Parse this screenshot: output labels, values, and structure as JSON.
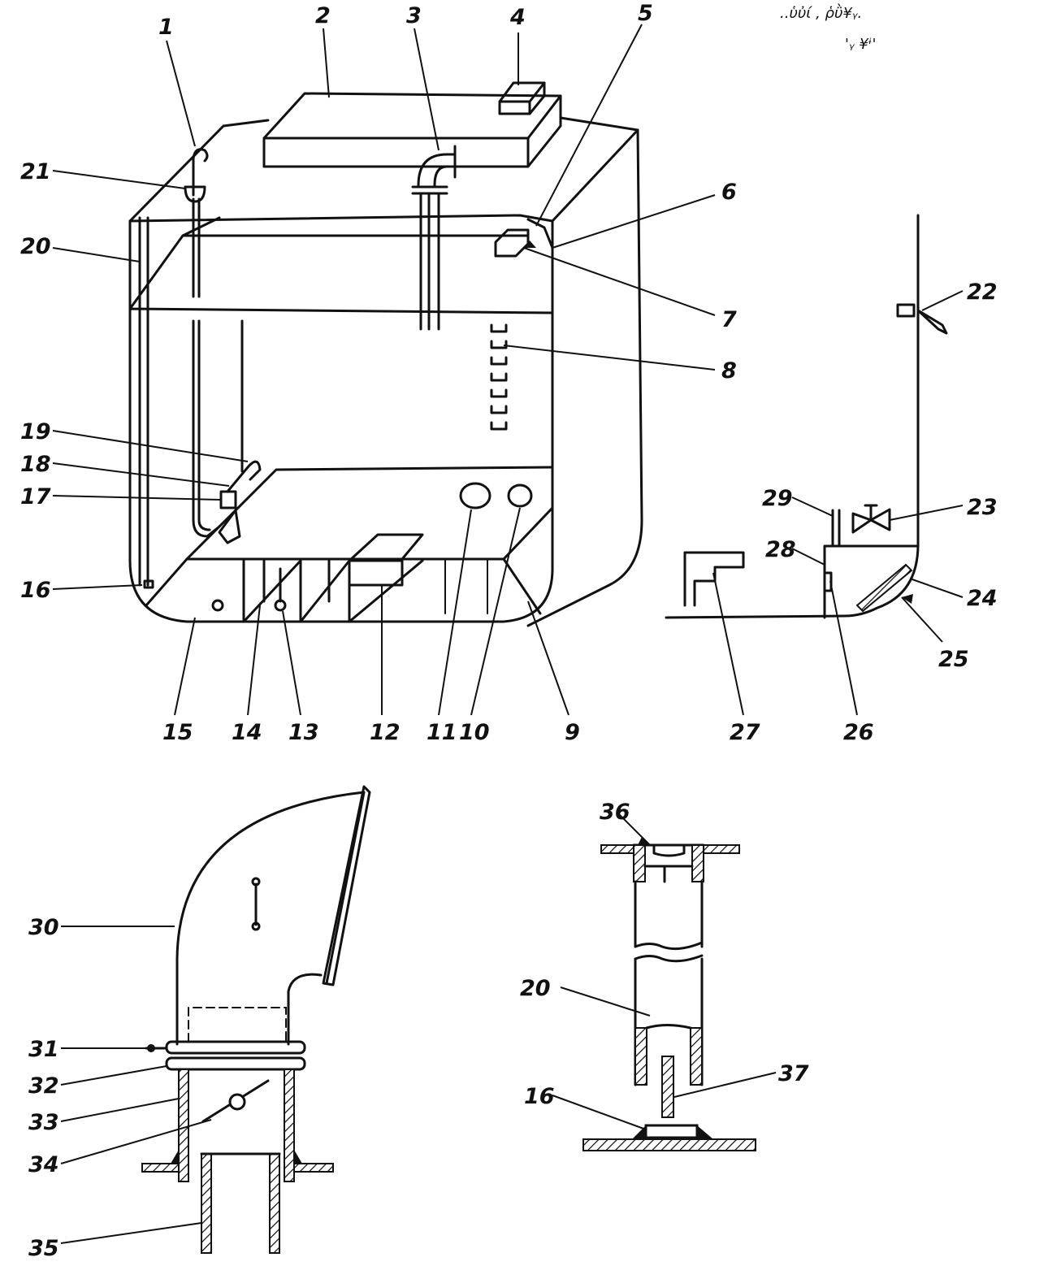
{
  "labels": {
    "l1": "1",
    "l2": "2",
    "l3": "3",
    "l4": "4",
    "l5": "5",
    "l6": "6",
    "l7": "7",
    "l8": "8",
    "l9": "9",
    "l10": "10",
    "l11": "11",
    "l12": "12",
    "l13": "13",
    "l14": "14",
    "l15": "15",
    "l16": "16",
    "l17": "17",
    "l18": "18",
    "l19": "19",
    "l20": "20",
    "l21": "21",
    "l22": "22",
    "l23": "23",
    "l24": "24",
    "l25": "25",
    "l26": "26",
    "l27": "27",
    "l28": "28",
    "l29": "29",
    "l30": "30",
    "l31": "31",
    "l32": "32",
    "l33": "33",
    "l34": "34",
    "l35": "35",
    "l36": "36",
    "l37": "37",
    "l16b": "16",
    "l20b": "20"
  },
  "corner_text": [
    "..ὑὐί , ῥῢ¥ᵧ.",
    "'ᵧ    ¥ᶤ'"
  ]
}
